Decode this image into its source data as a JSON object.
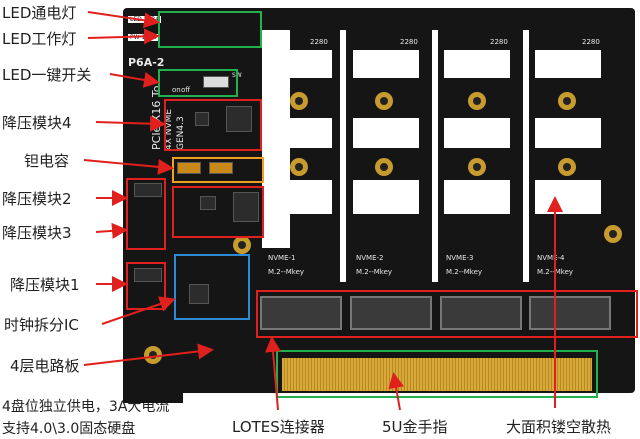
{
  "labels": {
    "led_power": "LED通电灯",
    "led_work": "LED工作灯",
    "led_switch": "LED一键开关",
    "buck4": "降压模块4",
    "tantalum": "钽电容",
    "buck2": "降压模块2",
    "buck3": "降压模块3",
    "buck1": "降压模块1",
    "clock_ic": "时钟拆分IC",
    "pcb_layer": "4层电路板",
    "bottom_line1": "4盘位独立供电，3A大电流",
    "bottom_line2": "支持4.0\\3.0固态硬盘",
    "lotes": "LOTES连接器",
    "gold_finger": "5U金手指",
    "heatsink": "大面积镂空散热"
  },
  "board": {
    "model": "P6A-2",
    "spec_line1": "PCIe X16 To",
    "spec_line2": "4X NVME",
    "spec_line3": "GEN4.3",
    "led_tag": "LED 1234",
    "pw_tag": "PW 1234",
    "on_label": "on",
    "off_label": "off",
    "sw_label": "SW",
    "slot_size": "2280",
    "slots": [
      {
        "name": "NVME-1",
        "key": "M.2--Mkey"
      },
      {
        "name": "NVME-2",
        "key": "M.2--Mkey"
      },
      {
        "name": "NVME-3",
        "key": "M.2--Mkey"
      },
      {
        "name": "NVME-4",
        "key": "M.2--Mkey"
      }
    ]
  },
  "colors": {
    "red": "#e0201c",
    "green": "#22b14c",
    "orange": "#f0a020",
    "blue": "#2d8bd6",
    "gold": "#d6a93a",
    "pcb": "#151515"
  }
}
